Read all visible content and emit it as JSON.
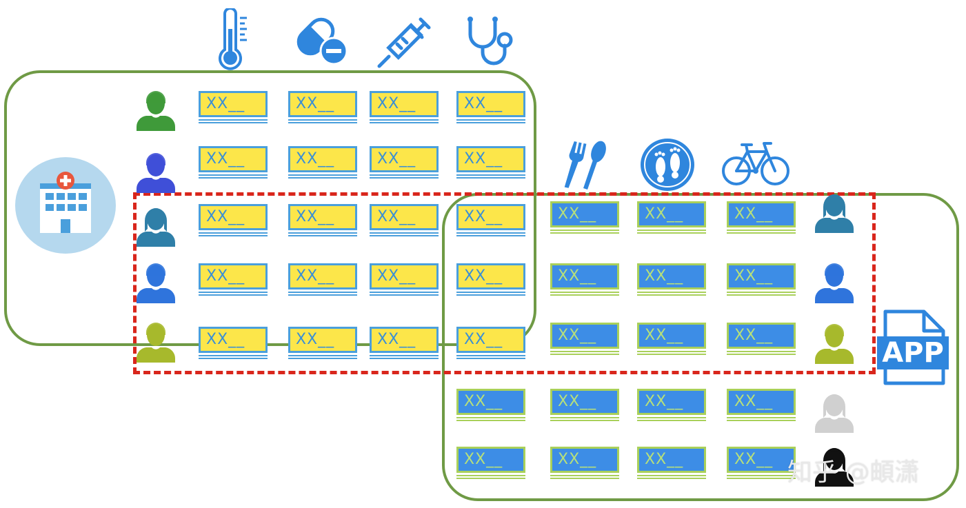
{
  "cell_placeholder": "XX__",
  "hospital_icons": [
    "thermometer-icon",
    "pill-icon",
    "syringe-icon",
    "stethoscope-icon"
  ],
  "app_icons": [
    "utensils-icon",
    "footprints-icon",
    "bicycle-icon"
  ],
  "app_badge": "APP",
  "watermark": "知乎 @頔潇",
  "hospital_rows": [
    {
      "person_color": "#3f9a3a"
    },
    {
      "person_color": "#3f4fd8"
    },
    {
      "person_color": "#2f7fa8"
    },
    {
      "person_color": "#2f74dc"
    },
    {
      "person_color": "#a7b92c"
    }
  ],
  "app_rows": [
    {
      "person_color": "#2f7fa8"
    },
    {
      "person_color": "#2f74dc"
    },
    {
      "person_color": "#a7b92c"
    },
    {
      "person_color": "#d0d0d0"
    },
    {
      "person_color": "#111111"
    }
  ],
  "colors": {
    "region_border": "#6f9a45",
    "overlap_border": "#d9261c",
    "hospital_cell_fill": "#fce64a",
    "hospital_cell_border": "#4a9fdc",
    "app_cell_fill": "#3d8de6",
    "app_cell_border": "#a9d05a",
    "icon_blue": "#2f86dd",
    "hospital_circle": "#b5d8ee"
  }
}
